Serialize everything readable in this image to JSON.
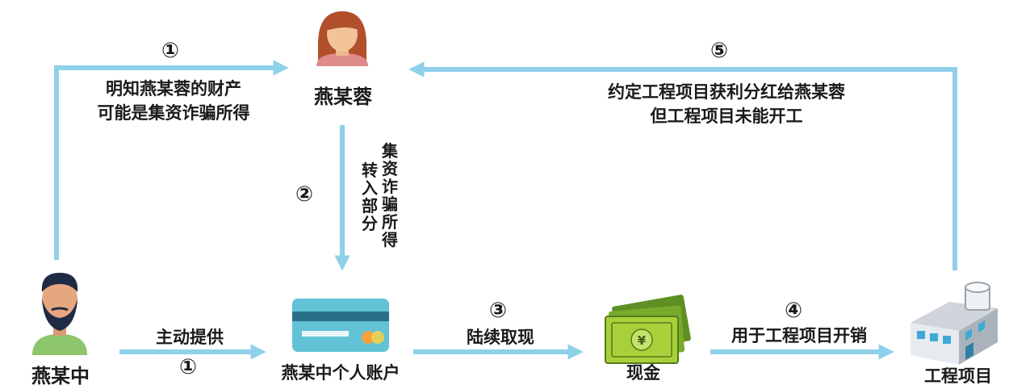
{
  "diagram": {
    "colors": {
      "arrow": "#8fd0ea",
      "text": "#1a1a1a"
    },
    "nodes": {
      "yan_mou_rong": "燕某蓉",
      "yan_mou_zhong": "燕某中",
      "account": "燕某中个人账户",
      "cash": "现金",
      "project": "工程项目"
    },
    "icons": {
      "woman": "woman-avatar-icon",
      "man": "bearded-man-avatar-icon",
      "card": "bank-card-icon",
      "cash": "banknotes-icon",
      "building": "factory-building-icon"
    },
    "edges": {
      "e1_top": {
        "num": "①",
        "line1": "明知燕某蓉的财产",
        "line2": "可能是集资诈骗所得"
      },
      "e1_bottom": {
        "num": "①",
        "label": "主动提供"
      },
      "e2": {
        "num": "②",
        "col1": "转入部分",
        "col2": "集资诈骗所得"
      },
      "e3": {
        "num": "③",
        "label": "陆续取现"
      },
      "e4": {
        "num": "④",
        "label": "用于工程项目开销"
      },
      "e5": {
        "num": "⑤",
        "line1": "约定工程项目获利分红给燕某蓉",
        "line2": "但工程项目未能开工"
      }
    }
  }
}
